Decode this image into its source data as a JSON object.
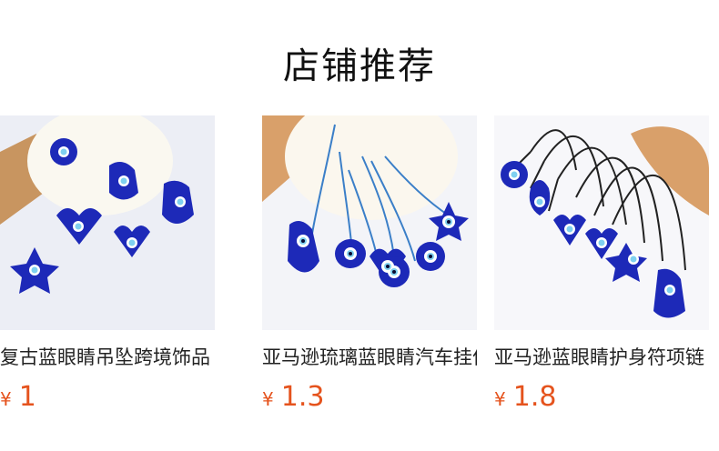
{
  "header": {
    "title": "店铺推荐"
  },
  "products": [
    {
      "name": "亚马逊琉璃蓝眼睛汽车挂件",
      "currency": "¥",
      "price": "1.3",
      "image": "evil-eye-string-charms"
    },
    {
      "name": "亚马逊蓝眼睛护身符项链",
      "currency": "¥",
      "price": "1.8",
      "image": "evil-eye-necklaces"
    },
    {
      "name": "复古蓝眼睛吊坠跨境饰品",
      "currency": "¥",
      "price": "1",
      "image": "evil-eye-pendants"
    }
  ],
  "colors": {
    "price": "#e5531d",
    "glass_blue": "#1f2bc0",
    "background": "#ffffff"
  }
}
